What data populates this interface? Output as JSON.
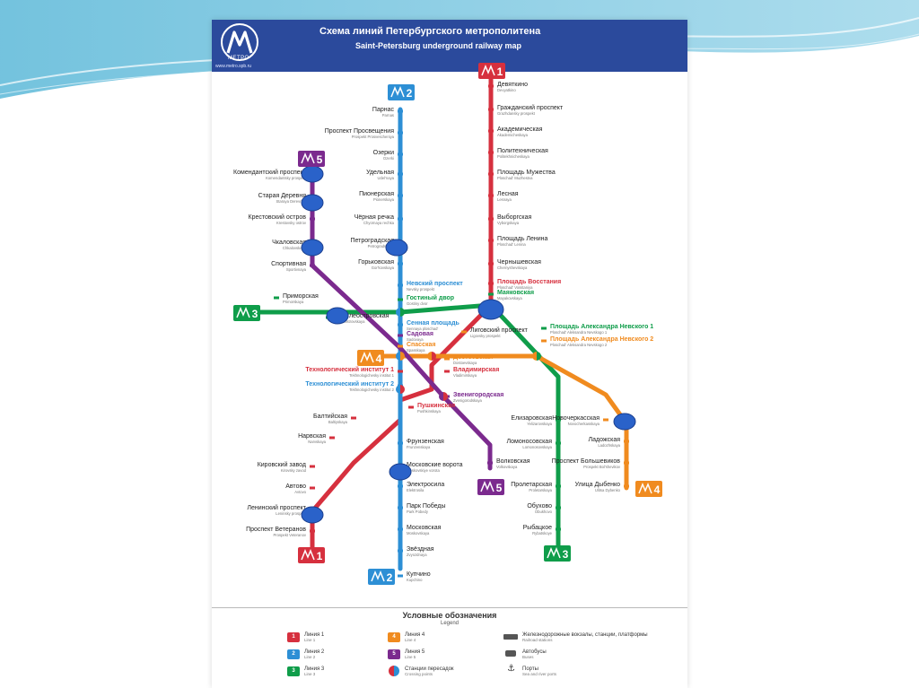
{
  "header": {
    "title_ru": "Схема линий Петербургского метрополитена",
    "title_en": "Saint-Petersburg underground railway map",
    "logo_text": "МЕТРО",
    "site": "www.metro.spb.ru"
  },
  "colors": {
    "line1": "#d6303e",
    "line2": "#2d8fd5",
    "line3": "#0f9d4a",
    "line4": "#f08b1f",
    "line5": "#7b2a8e",
    "header": "#2b4a9c",
    "transfer_marker": "#2a62c9"
  },
  "badges": [
    {
      "id": "b1",
      "label": "1",
      "line": "line1"
    },
    {
      "id": "b2",
      "label": "2",
      "line": "line2"
    },
    {
      "id": "b5",
      "label": "5",
      "line": "line5"
    },
    {
      "id": "b3w",
      "label": "3",
      "line": "line3"
    },
    {
      "id": "b4w",
      "label": "4",
      "line": "line4"
    },
    {
      "id": "b5s",
      "label": "5",
      "line": "line5"
    },
    {
      "id": "b4e",
      "label": "4",
      "line": "line4"
    },
    {
      "id": "b1s",
      "label": "1",
      "line": "line1"
    },
    {
      "id": "b2s",
      "label": "2",
      "line": "line2"
    },
    {
      "id": "b3s",
      "label": "3",
      "line": "line3"
    }
  ],
  "stations": [
    {
      "id": "parnas",
      "ru": "Парнас",
      "en": "Parnas",
      "line": "line2"
    },
    {
      "id": "prosveshcheniya",
      "ru": "Проспект Просвещения",
      "en": "Prospekt Prosvescheniya",
      "line": "line2"
    },
    {
      "id": "ozerki",
      "ru": "Озерки",
      "en": "Ozerki",
      "line": "line2"
    },
    {
      "id": "udelnaya",
      "ru": "Удельная",
      "en": "Udel'naya",
      "line": "line2"
    },
    {
      "id": "pionerskaya",
      "ru": "Пионерская",
      "en": "Pionerskaya",
      "line": "line2"
    },
    {
      "id": "chernaya",
      "ru": "Чёрная речка",
      "en": "Chyornaya rechka",
      "line": "line2"
    },
    {
      "id": "petrogradskaya",
      "ru": "Петроградская",
      "en": "Petrogradskaya",
      "line": "line2"
    },
    {
      "id": "gorkovskaya",
      "ru": "Горьковская",
      "en": "Gor'kovskaya",
      "line": "line2"
    },
    {
      "id": "nevsky",
      "ru": "Невский проспект",
      "en": "Nevsky prospekt",
      "line": "line2"
    },
    {
      "id": "gostiny",
      "ru": "Гостиный двор",
      "en": "Gostiny dvor",
      "line": "line3"
    },
    {
      "id": "sennaya",
      "ru": "Сенная площадь",
      "en": "Sennaya ploschad'",
      "line": "line2"
    },
    {
      "id": "sadovaya",
      "ru": "Садовая",
      "en": "Sadovaya",
      "line": "line5"
    },
    {
      "id": "spasskaya",
      "ru": "Спасская",
      "en": "Spasskaya",
      "line": "line4"
    },
    {
      "id": "tech1",
      "ru": "Технологический институт 1",
      "en": "Tekhnologichesky institut 1",
      "line": "line1"
    },
    {
      "id": "tech2",
      "ru": "Технологический институт 2",
      "en": "Tekhnologichesky institut 2",
      "line": "line2"
    },
    {
      "id": "frunzenskaya",
      "ru": "Фрунзенская",
      "en": "Frunzenskaya",
      "line": "line2"
    },
    {
      "id": "moskvorota",
      "ru": "Московские ворота",
      "en": "Moskovskiye vorota",
      "line": "line2"
    },
    {
      "id": "elektrosila",
      "ru": "Электросила",
      "en": "Elektrosila",
      "line": "line2"
    },
    {
      "id": "parkpobedy",
      "ru": "Парк Победы",
      "en": "Park Pobedy",
      "line": "line2"
    },
    {
      "id": "moskovskaya",
      "ru": "Московская",
      "en": "Moskovskaya",
      "line": "line2"
    },
    {
      "id": "zvezdnaya",
      "ru": "Звёздная",
      "en": "Zvyozdnaya",
      "line": "line2"
    },
    {
      "id": "kupchino",
      "ru": "Купчино",
      "en": "Kupchino",
      "line": "line2"
    },
    {
      "id": "devyatkino",
      "ru": "Девяткино",
      "en": "Devyatkino",
      "line": "line1"
    },
    {
      "id": "grazhdansky",
      "ru": "Гражданский проспект",
      "en": "Grazhdansky prospekt",
      "line": "line1"
    },
    {
      "id": "akademicheskaya",
      "ru": "Академическая",
      "en": "Akademicheskaya",
      "line": "line1"
    },
    {
      "id": "politekh",
      "ru": "Политехническая",
      "en": "Politekhnicheskaya",
      "line": "line1"
    },
    {
      "id": "muzhestva",
      "ru": "Площадь Мужества",
      "en": "Ploschad' Muzhestva",
      "line": "line1"
    },
    {
      "id": "lesnaya",
      "ru": "Лесная",
      "en": "Lesnaya",
      "line": "line1"
    },
    {
      "id": "vyborgskaya",
      "ru": "Выборгская",
      "en": "Vyborgskaya",
      "line": "line1"
    },
    {
      "id": "lenina",
      "ru": "Площадь Ленина",
      "en": "Ploschad' Lenina",
      "line": "line1"
    },
    {
      "id": "chernyshevskaya",
      "ru": "Чернышевская",
      "en": "Chernyshevskaya",
      "line": "line1"
    },
    {
      "id": "vosstaniya",
      "ru": "Площадь Восстания",
      "en": "Ploschad' Vosstaniya",
      "line": "line1"
    },
    {
      "id": "mayakovskaya",
      "ru": "Маяковская",
      "en": "Mayakovskaya",
      "line": "line3"
    },
    {
      "id": "ligovsky",
      "ru": "Лиговский проспект",
      "en": "Ligovsky prospekt",
      "line": "line4"
    },
    {
      "id": "pan1",
      "ru": "Площадь Александра Невского 1",
      "en": "Ploschad' Aleksandra Nevskogo 1",
      "line": "line3"
    },
    {
      "id": "pan2",
      "ru": "Площадь Александра Невского 2",
      "en": "Ploschad' Aleksandra Nevskogo 2",
      "line": "line4"
    },
    {
      "id": "dostoevskaya",
      "ru": "Достоевская",
      "en": "Dostoevskaya",
      "line": "line4"
    },
    {
      "id": "vladimirskaya",
      "ru": "Владимирская",
      "en": "Vladimirskaya",
      "line": "line1"
    },
    {
      "id": "pushkinskaya",
      "ru": "Пушкинская",
      "en": "Pushkinskaya",
      "line": "line1"
    },
    {
      "id": "zvenigorodskaya",
      "ru": "Звенигородская",
      "en": "Zvenigorodskaya",
      "line": "line5"
    },
    {
      "id": "baltiyskaya",
      "ru": "Балтийская",
      "en": "Baltiyskaya",
      "line": "line1"
    },
    {
      "id": "narvskaya",
      "ru": "Нарвская",
      "en": "Narvskaya",
      "line": "line1"
    },
    {
      "id": "kirovsky",
      "ru": "Кировский завод",
      "en": "Kirovsky zavod",
      "line": "line1"
    },
    {
      "id": "avtovo",
      "ru": "Автово",
      "en": "Avtovo",
      "line": "line1"
    },
    {
      "id": "leninsky",
      "ru": "Ленинский проспект",
      "en": "Leninsky prospekt",
      "line": "line1"
    },
    {
      "id": "veteranov",
      "ru": "Проспект Ветеранов",
      "en": "Prospekt Veteranov",
      "line": "line1"
    },
    {
      "id": "komendantsky",
      "ru": "Комендантский проспект",
      "en": "Komendantsky prospekt",
      "line": "line5"
    },
    {
      "id": "staraya",
      "ru": "Старая Деревня",
      "en": "Staraya Derevnya",
      "line": "line5"
    },
    {
      "id": "krestovsky",
      "ru": "Крестовский остров",
      "en": "Krestovsky ostrov",
      "line": "line5"
    },
    {
      "id": "chkalovskaya",
      "ru": "Чкаловская",
      "en": "Chkalovskaya",
      "line": "line5"
    },
    {
      "id": "sportivnaya",
      "ru": "Спортивная",
      "en": "Sportivnaya",
      "line": "line5"
    },
    {
      "id": "volkovskaya",
      "ru": "Волковская",
      "en": "Volkovskaya",
      "line": "line5"
    },
    {
      "id": "primorskaya",
      "ru": "Приморская",
      "en": "Primorskaya",
      "line": "line3"
    },
    {
      "id": "vasileostrovskaya",
      "ru": "Василеостровская",
      "en": "Vasileostrovskaya",
      "line": "line3"
    },
    {
      "id": "elizarovskaya",
      "ru": "Елизаровская",
      "en": "Yelizarovskaya",
      "line": "line3"
    },
    {
      "id": "lomonosovskaya",
      "ru": "Ломоносовская",
      "en": "Lomonosovskaya",
      "line": "line3"
    },
    {
      "id": "proletarskaya",
      "ru": "Пролетарская",
      "en": "Proletarskaya",
      "line": "line3"
    },
    {
      "id": "obukhovo",
      "ru": "Обухово",
      "en": "Obukhovo",
      "line": "line3"
    },
    {
      "id": "rybatskoye",
      "ru": "Рыбацкое",
      "en": "Rybatskoye",
      "line": "line3"
    },
    {
      "id": "novocherkasskaya",
      "ru": "Новочеркасская",
      "en": "Novocherkasskaya",
      "line": "line4"
    },
    {
      "id": "ladozhskaya",
      "ru": "Ладожская",
      "en": "Ladozhskaya",
      "line": "line4"
    },
    {
      "id": "bolshevikov",
      "ru": "Проспект Большевиков",
      "en": "Prospekt Bol'shevikov",
      "line": "line4"
    },
    {
      "id": "dybenko",
      "ru": "Улица Дыбенко",
      "en": "Ulitsa Dybenko",
      "line": "line4"
    }
  ],
  "legend": {
    "title": "Условные обозначения",
    "subtitle": "Legend",
    "line1": {
      "ru": "Линия 1",
      "en": "Line 1"
    },
    "line2": {
      "ru": "Линия 2",
      "en": "Line 2"
    },
    "line3": {
      "ru": "Линия 3",
      "en": "Line 3"
    },
    "line4": {
      "ru": "Линия 4",
      "en": "Line 4"
    },
    "line5": {
      "ru": "Линия 5",
      "en": "Line 5"
    },
    "transfer": {
      "ru": "Станции пересадок",
      "en": "Crossing points"
    },
    "rail": {
      "ru": "Железнодорожные вокзалы, станции, платформы",
      "en": "Railroad stations"
    },
    "bus": {
      "ru": "Автобусы",
      "en": "Buses"
    },
    "port": {
      "ru": "Порты",
      "en": "Sea and river ports"
    }
  }
}
